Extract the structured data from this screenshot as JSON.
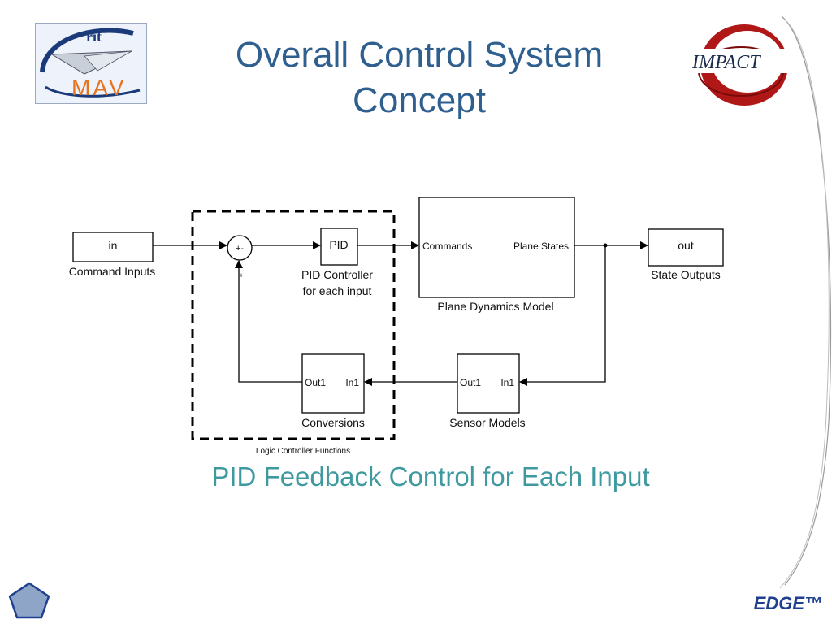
{
  "slide": {
    "title_line1": "Overall Control System",
    "title_line2": "Concept",
    "subtitle": "PID Feedback Control for Each Input",
    "footer_brand": "EDGE™"
  },
  "logos": {
    "rit_top": "rit",
    "rit_bottom": "MAV",
    "impact": "IMPACT"
  },
  "diagram": {
    "in_block": "in",
    "in_caption": "Command Inputs",
    "sum_signs": "+-",
    "sum_lower_sign": "+",
    "pid_block": "PID",
    "pid_caption_line1": "PID Controller",
    "pid_caption_line2": "for each input",
    "plane_port_in": "Commands",
    "plane_port_out": "Plane States",
    "plane_caption": "Plane Dynamics Model",
    "out_block": "out",
    "out_caption": "State Outputs",
    "conv_port_out": "Out1",
    "conv_port_in": "In1",
    "conv_caption": "Conversions",
    "sensor_port_out": "Out1",
    "sensor_port_in": "In1",
    "sensor_caption": "Sensor Models",
    "logic_caption": "Logic Controller Functions"
  },
  "colors": {
    "title": "#2e5f8f",
    "subtitle": "#3f9aa0",
    "impact_red": "#b01818",
    "rit_orange": "#e8731f",
    "brand_blue": "#1f3f8f"
  }
}
